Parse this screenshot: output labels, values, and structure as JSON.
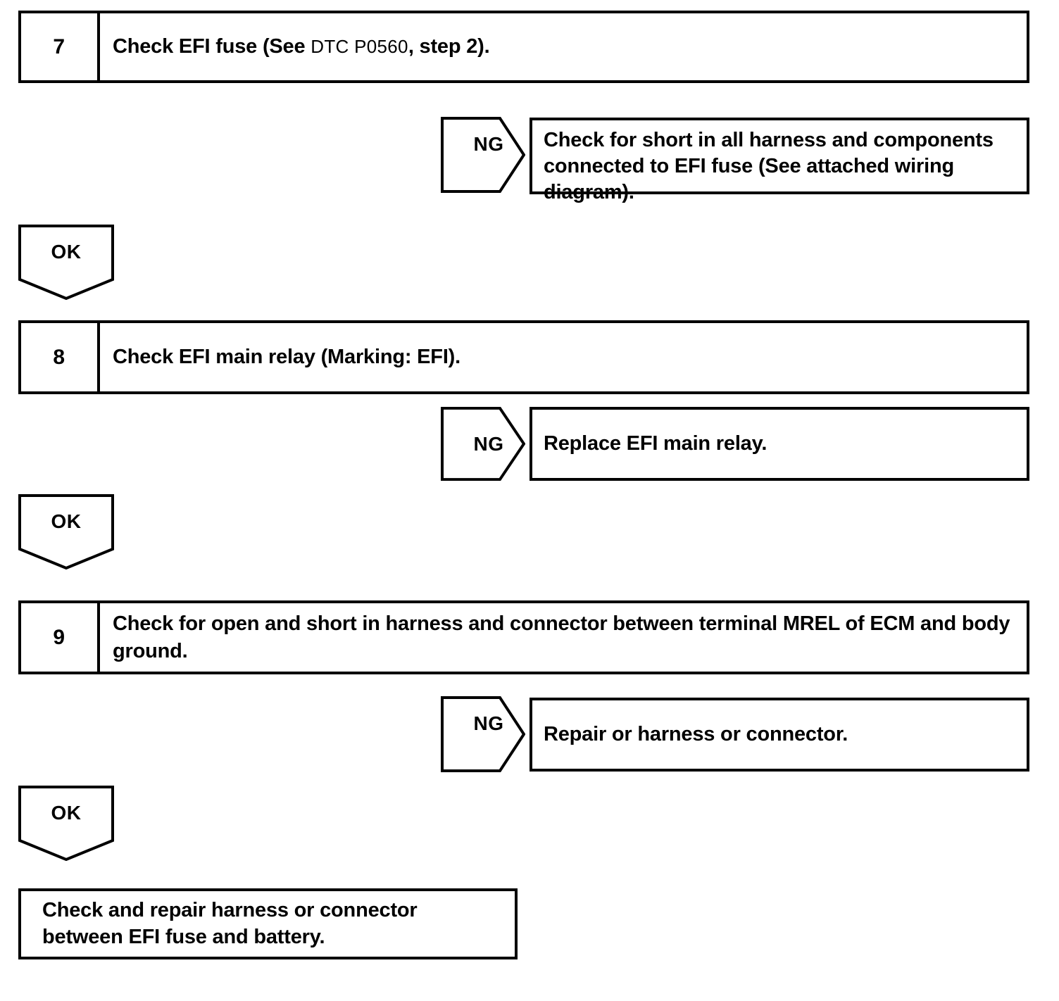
{
  "document": {
    "type": "diagnostic-flowchart",
    "title": "EFI fuse / EFI main relay troubleshooting flow"
  },
  "branch_labels": {
    "ng": "NG",
    "ok": "OK"
  },
  "steps": [
    {
      "number": "7",
      "text_before_ref": "Check EFI fuse (See ",
      "ref": "DTC P0560",
      "text_after_ref": ", step 2).",
      "ng_result": "Check for short in all harness and components connected to EFI fuse (See attached wiring diagram).",
      "ok_label": "OK"
    },
    {
      "number": "8",
      "text_before_ref": "Check EFI main relay (Marking: EFI).",
      "ref": "",
      "text_after_ref": "",
      "ng_result": "Replace EFI main relay.",
      "ok_label": "OK"
    },
    {
      "number": "9",
      "text_before_ref": "Check for open and short in harness and connector between terminal MREL of ECM and body ground.",
      "ref": "",
      "text_after_ref": "",
      "ng_result": "Repair or harness or connector.",
      "ok_label": "OK"
    }
  ],
  "final_box": {
    "text": "Check and repair harness or connector between EFI fuse and battery."
  },
  "colors": {
    "ink": "#000000",
    "paper": "#ffffff"
  }
}
